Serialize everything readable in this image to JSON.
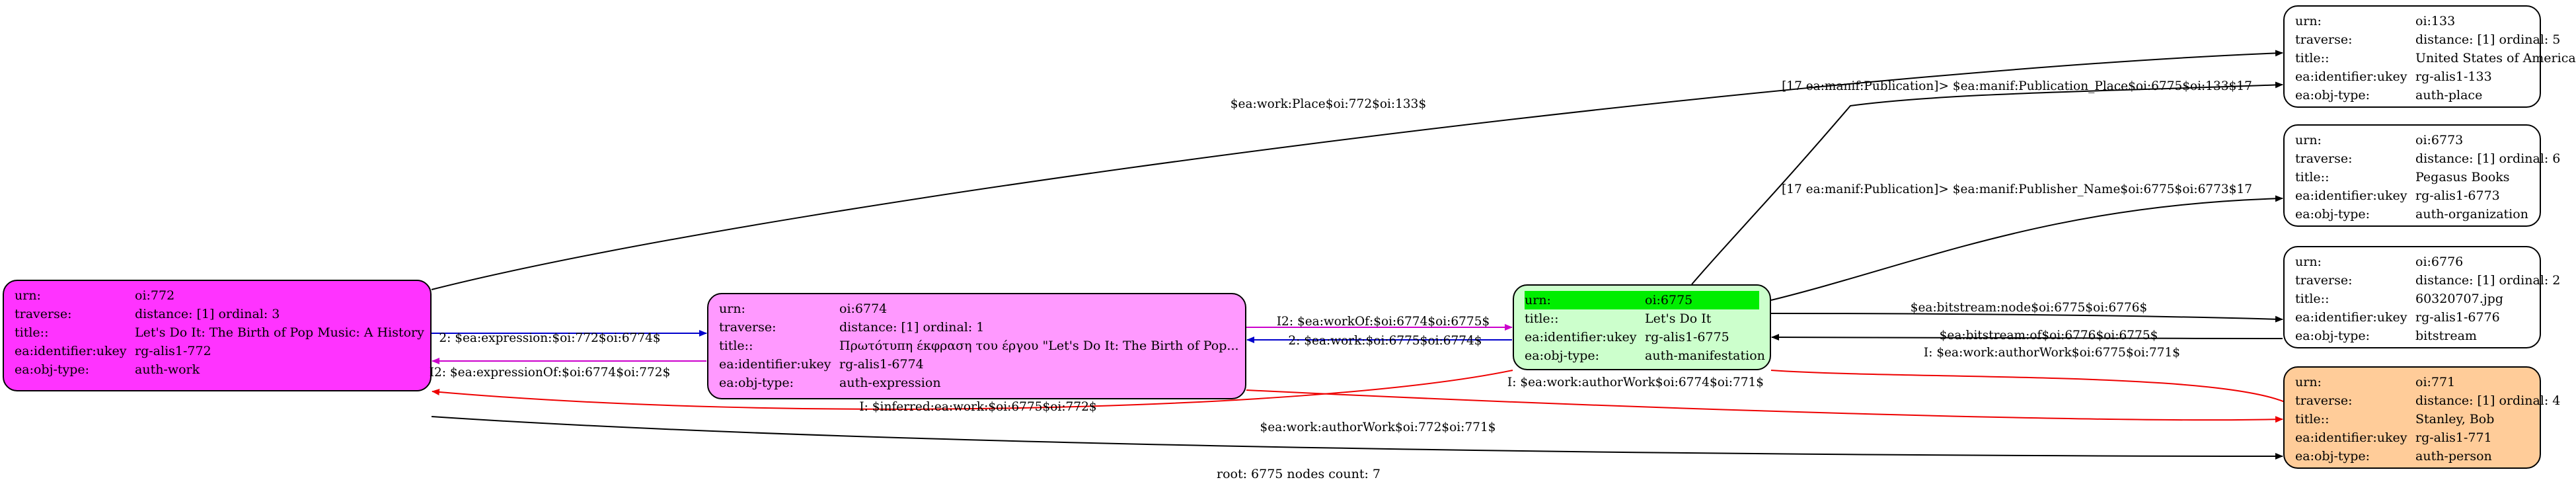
{
  "nodes": {
    "oi772": {
      "fill": "#ff33ff",
      "rows": [
        {
          "k": "urn:",
          "v": "oi:772"
        },
        {
          "k": "traverse:",
          "v": "distance: [1]     ordinal: 3"
        },
        {
          "k": "title::",
          "v": "Let's Do It: The Birth of Pop Music: A History"
        },
        {
          "k": "ea:identifier:ukey",
          "v": "rg-alis1-772"
        },
        {
          "k": "ea:obj-type:",
          "v": "auth-work"
        }
      ]
    },
    "oi6774": {
      "fill": "#ff99ff",
      "rows": [
        {
          "k": "urn:",
          "v": "oi:6774"
        },
        {
          "k": "traverse:",
          "v": "distance: [1]     ordinal: 1"
        },
        {
          "k": "title::",
          "v": "Πρωτότυπη έκφραση του έργου \"Let's Do It: The Birth of Pop..."
        },
        {
          "k": "ea:identifier:ukey",
          "v": "rg-alis1-6774"
        },
        {
          "k": "ea:obj-type:",
          "v": "auth-expression"
        }
      ]
    },
    "oi6775": {
      "fill": "#ccffcc",
      "rows": [
        {
          "k": "urn:",
          "v": "oi:6775"
        },
        {
          "k": "title::",
          "v": "Let's Do It"
        },
        {
          "k": "ea:identifier:ukey",
          "v": "rg-alis1-6775"
        },
        {
          "k": "ea:obj-type:",
          "v": "auth-manifestation"
        }
      ]
    },
    "oi133": {
      "fill": "#ffffff",
      "rows": [
        {
          "k": "urn:",
          "v": "oi:133"
        },
        {
          "k": "traverse:",
          "v": "distance: [1]     ordinal: 5"
        },
        {
          "k": "title::",
          "v": "United States of America"
        },
        {
          "k": "ea:identifier:ukey",
          "v": "rg-alis1-133"
        },
        {
          "k": "ea:obj-type:",
          "v": "auth-place"
        }
      ]
    },
    "oi6773": {
      "fill": "#ffffff",
      "rows": [
        {
          "k": "urn:",
          "v": "oi:6773"
        },
        {
          "k": "traverse:",
          "v": "distance: [1]     ordinal: 6"
        },
        {
          "k": "title::",
          "v": "Pegasus Books"
        },
        {
          "k": "ea:identifier:ukey",
          "v": "rg-alis1-6773"
        },
        {
          "k": "ea:obj-type:",
          "v": "auth-organization"
        }
      ]
    },
    "oi6776": {
      "fill": "#ffffff",
      "rows": [
        {
          "k": "urn:",
          "v": "oi:6776"
        },
        {
          "k": "traverse:",
          "v": "distance: [1]     ordinal: 2"
        },
        {
          "k": "title::",
          "v": "60320707.jpg"
        },
        {
          "k": "ea:identifier:ukey",
          "v": "rg-alis1-6776"
        },
        {
          "k": "ea:obj-type:",
          "v": "bitstream"
        }
      ]
    },
    "oi771": {
      "fill": "#ffcc99",
      "rows": [
        {
          "k": "urn:",
          "v": "oi:771"
        },
        {
          "k": "traverse:",
          "v": "distance: [1]     ordinal: 4"
        },
        {
          "k": "title::",
          "v": "Stanley, Bob"
        },
        {
          "k": "ea:identifier:ukey",
          "v": "rg-alis1-771"
        },
        {
          "k": "ea:obj-type:",
          "v": "auth-person"
        }
      ]
    }
  },
  "edges": [
    {
      "label": "$ea:work:Place$oi:772$oi:133$",
      "color": "#000000"
    },
    {
      "label": "2: $ea:expression:$oi:772$oi:6774$",
      "color": "#0000cc"
    },
    {
      "label": "I2: $ea:expressionOf:$oi:6774$oi:772$",
      "color": "#cc00cc"
    },
    {
      "label": "I2: $ea:workOf:$oi:6774$oi:6775$",
      "color": "#cc00cc"
    },
    {
      "label": "2: $ea:work:$oi:6775$oi:6774$",
      "color": "#0000cc"
    },
    {
      "label": "[17 ea:manif:Publication]> $ea:manif:Publication_Place$oi:6775$oi:133$17",
      "color": "#000000"
    },
    {
      "label": "[17 ea:manif:Publication]> $ea:manif:Publisher_Name$oi:6775$oi:6773$17",
      "color": "#000000"
    },
    {
      "label": "$ea:bitstream:node$oi:6775$oi:6776$",
      "color": "#000000"
    },
    {
      "label": "$ea:bitstream:of$oi:6776$oi:6775$",
      "color": "#000000"
    },
    {
      "label": "I: $ea:work:authorWork$oi:6775$oi:771$",
      "color": "#ee0000"
    },
    {
      "label": "I: $ea:work:authorWork$oi:6774$oi:771$",
      "color": "#ee0000"
    },
    {
      "label": "I: $inferred:ea:work:$oi:6775$oi:772$",
      "color": "#ee0000"
    },
    {
      "label": "$ea:work:authorWork$oi:772$oi:771$",
      "color": "#000000"
    }
  ],
  "footer": "root: 6775 nodes count: 7"
}
